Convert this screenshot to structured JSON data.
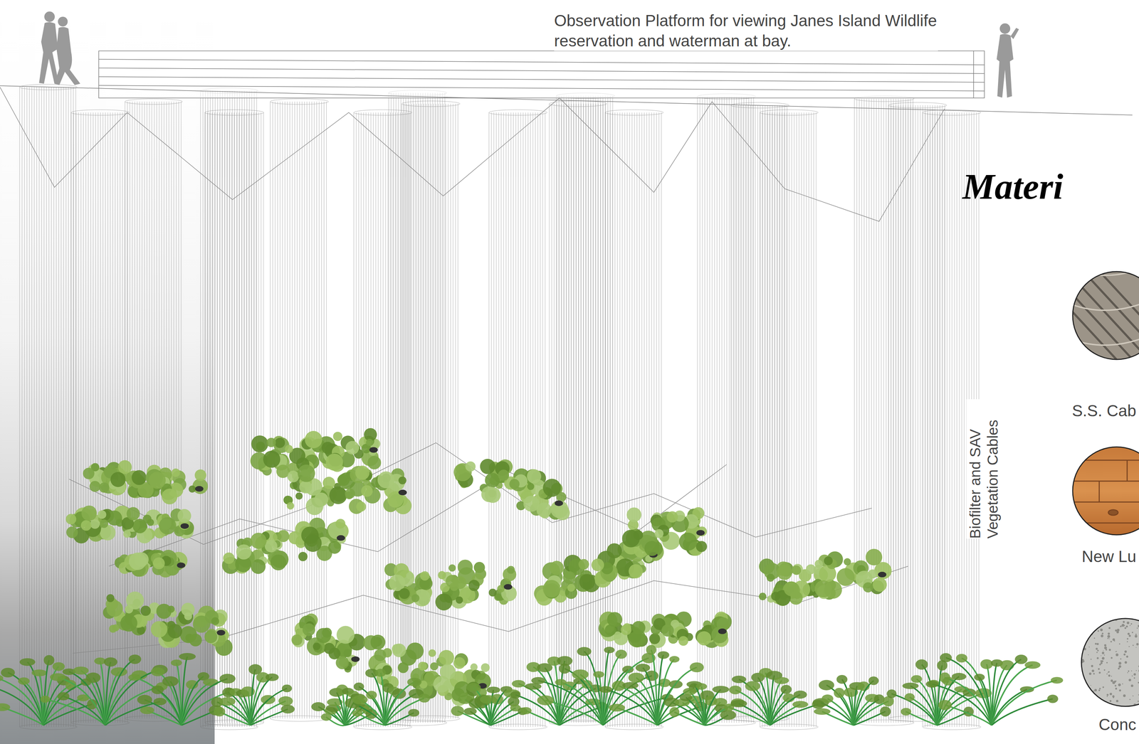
{
  "diagram": {
    "labels": [
      "Observation Platform for viewing Janes Island Wildlife reservation and waterman at bay.",
      "Biofilter and SAV Vegetation Cables",
      "Materi",
      "S.S. Cab",
      "New Lu",
      "Conc"
    ]
  }
}
